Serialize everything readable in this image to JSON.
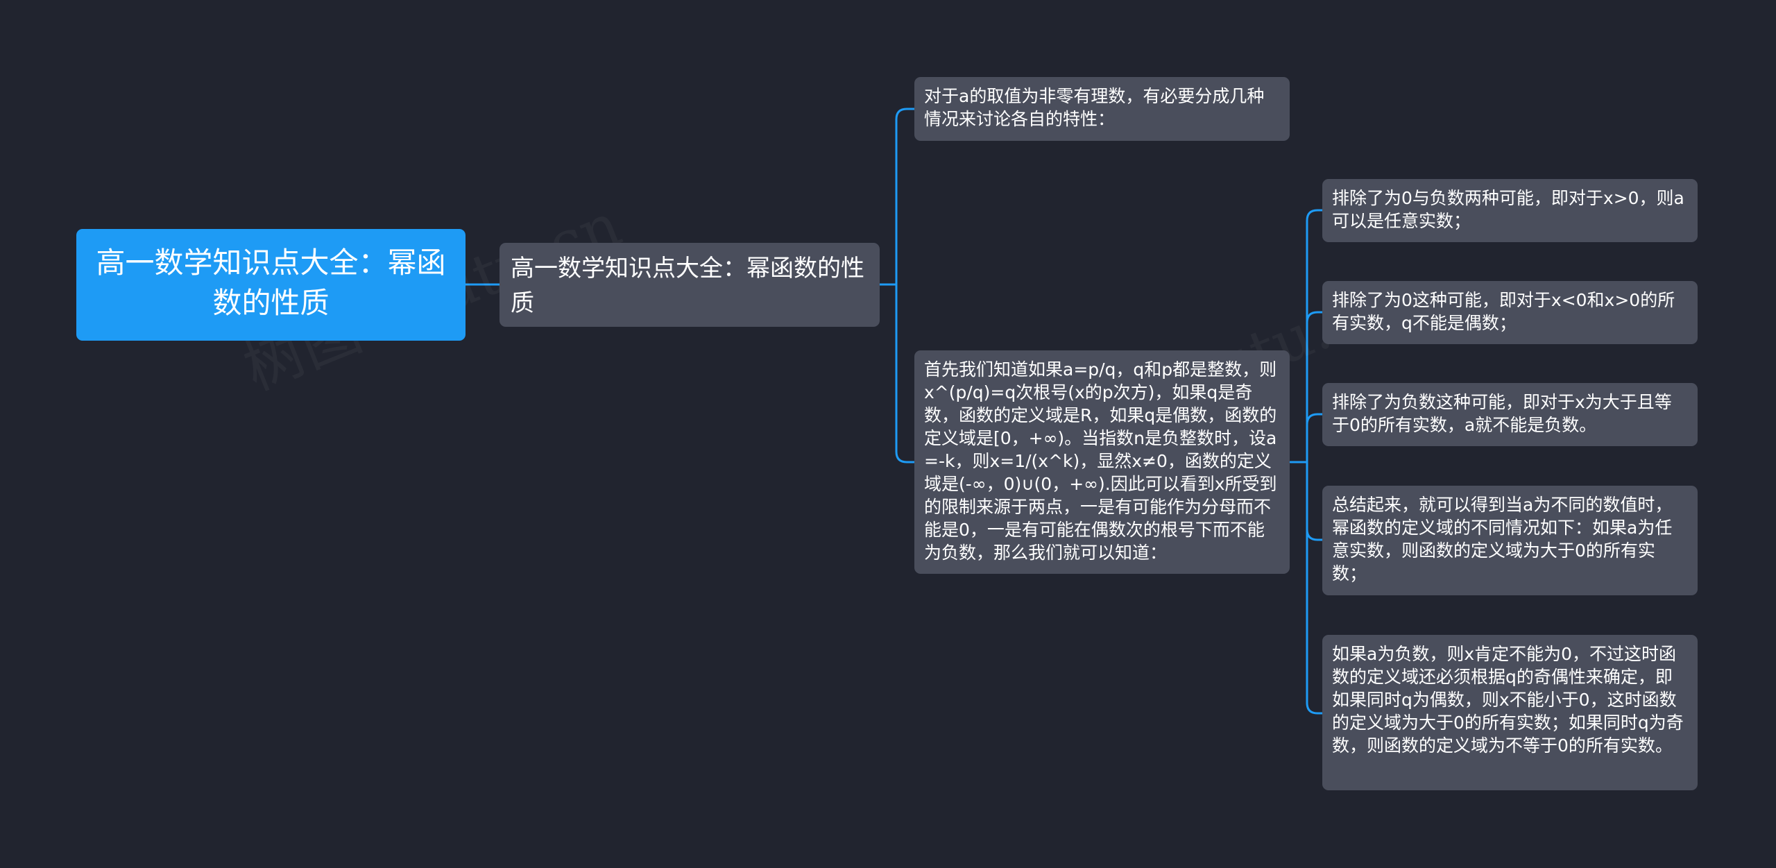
{
  "watermark": "树图 shutu.cn",
  "colors": {
    "background": "#21242f",
    "root_fill": "#1e9bf5",
    "node_fill": "#4a4e5c",
    "connector": "#1e9bf5",
    "text": "#ffffff"
  },
  "root": {
    "text": "高一数学知识点大全：幂函数的性质"
  },
  "level1": {
    "text": "高一数学知识点大全：幂函数的性质"
  },
  "level2": [
    {
      "text": "对于a的取值为非零有理数，有必要分成几种情况来讨论各自的特性："
    },
    {
      "text": "首先我们知道如果a=p/q，q和p都是整数，则x^(p/q)=q次根号(x的p次方)，如果q是奇数，函数的定义域是R，如果q是偶数，函数的定义域是[0，+∞)。当指数n是负整数时，设a=-k，则x=1/(x^k)，显然x≠0，函数的定义域是(-∞，0)∪(0，+∞).因此可以看到x所受到的限制来源于两点，一是有可能作为分母而不能是0，一是有可能在偶数次的根号下而不能为负数，那么我们就可以知道："
    }
  ],
  "level3": [
    {
      "text": "排除了为0与负数两种可能，即对于x>0，则a可以是任意实数；"
    },
    {
      "text": "排除了为0这种可能，即对于x<0和x>0的所有实数，q不能是偶数；"
    },
    {
      "text": "排除了为负数这种可能，即对于x为大于且等于0的所有实数，a就不能是负数。"
    },
    {
      "text": "总结起来，就可以得到当a为不同的数值时，幂函数的定义域的不同情况如下：如果a为任意实数，则函数的定义域为大于0的所有实数；"
    },
    {
      "text": "如果a为负数，则x肯定不能为0，不过这时函数的定义域还必须根据q的奇偶性来确定，即如果同时q为偶数，则x不能小于0，这时函数的定义域为大于0的所有实数；如果同时q为奇数，则函数的定义域为不等于0的所有实数。"
    }
  ]
}
